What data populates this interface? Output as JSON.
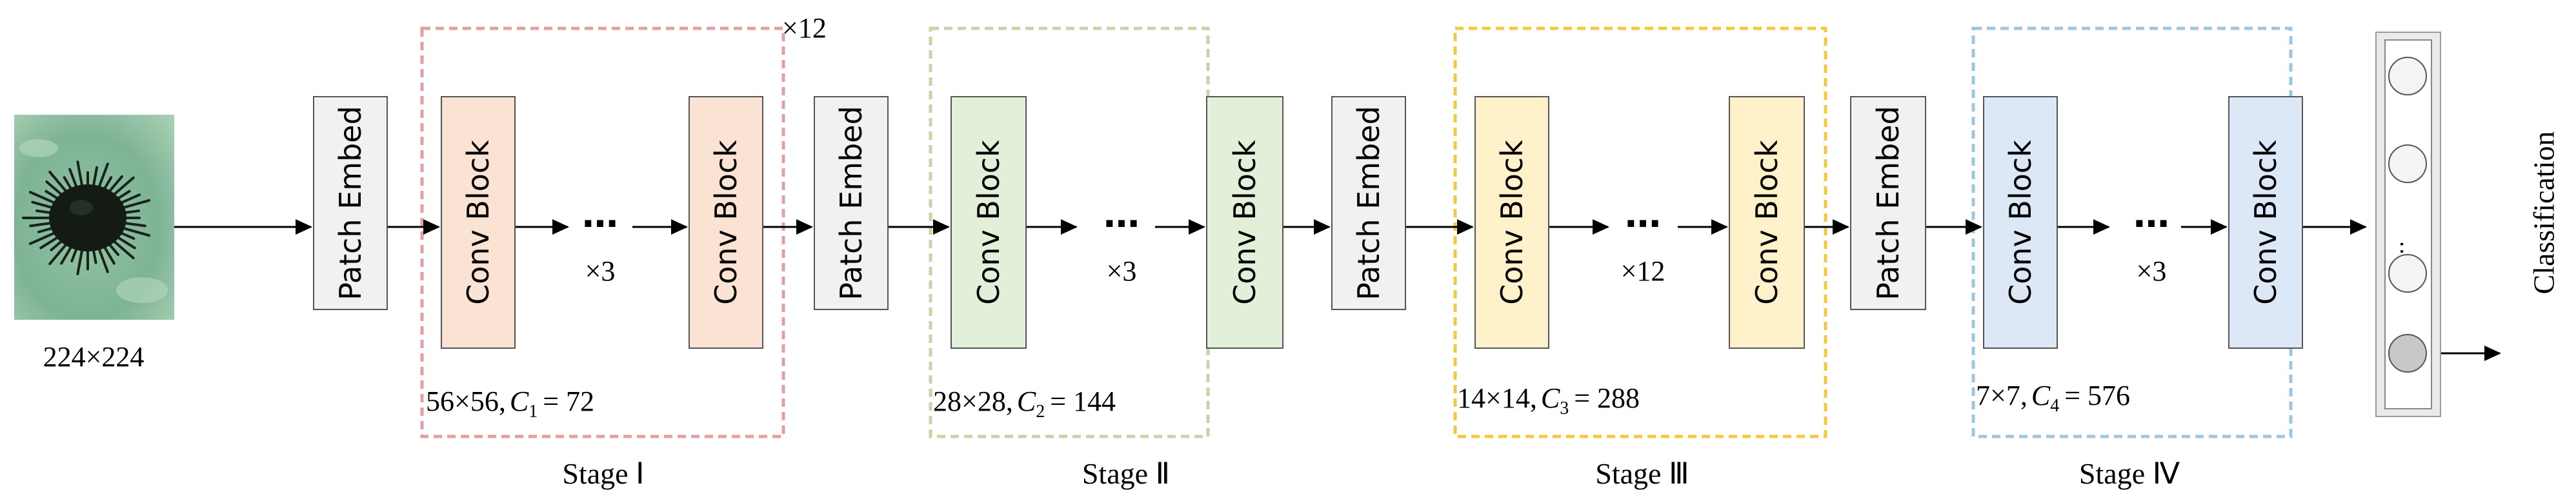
{
  "input": {
    "size_label": "224×224",
    "image_colors": {
      "water": "#7fb69a",
      "water_light": "#a9d0b6",
      "urchin": "#141a14"
    }
  },
  "colors": {
    "patch_fill": "#f1f1f1",
    "box_stroke": "#555555",
    "arrow": "#000000",
    "stage1_fill": "#fbe3d3",
    "stage1_border": "#e3a0a0",
    "stage2_fill": "#e2f0da",
    "stage2_border": "#c5d6a4",
    "stage3_fill": "#fff1c9",
    "stage3_border": "#f5c842",
    "stage4_fill": "#dce8f6",
    "stage4_border": "#9cc7e2",
    "head_node_fill": "#f4f4f4",
    "head_node_last": "#c8c8c8"
  },
  "blocks": {
    "patch_embed_label": "Patch Embed",
    "conv_block_label": "Conv Block",
    "ellipsis": "…"
  },
  "outer_repeat_label": "×12",
  "stages": [
    {
      "name": "Stage Ⅰ",
      "repeat": "×3",
      "dims_prefix": "56×56,",
      "channel_var": "C",
      "channel_sub": "1",
      "channel_value": "= 72"
    },
    {
      "name": "Stage Ⅱ",
      "repeat": "×3",
      "dims_prefix": "28×28,",
      "channel_var": "C",
      "channel_sub": "2",
      "channel_value": "= 144"
    },
    {
      "name": "Stage Ⅲ",
      "repeat": "×12",
      "dims_prefix": "14×14,",
      "channel_var": "C",
      "channel_sub": "3",
      "channel_value": "= 288"
    },
    {
      "name": "Stage Ⅳ",
      "repeat": "×3",
      "dims_prefix": "7×7,",
      "channel_var": "C",
      "channel_sub": "4",
      "channel_value": "= 576"
    }
  ],
  "head": {
    "ellipsis": "…",
    "output_label": "Classification"
  }
}
